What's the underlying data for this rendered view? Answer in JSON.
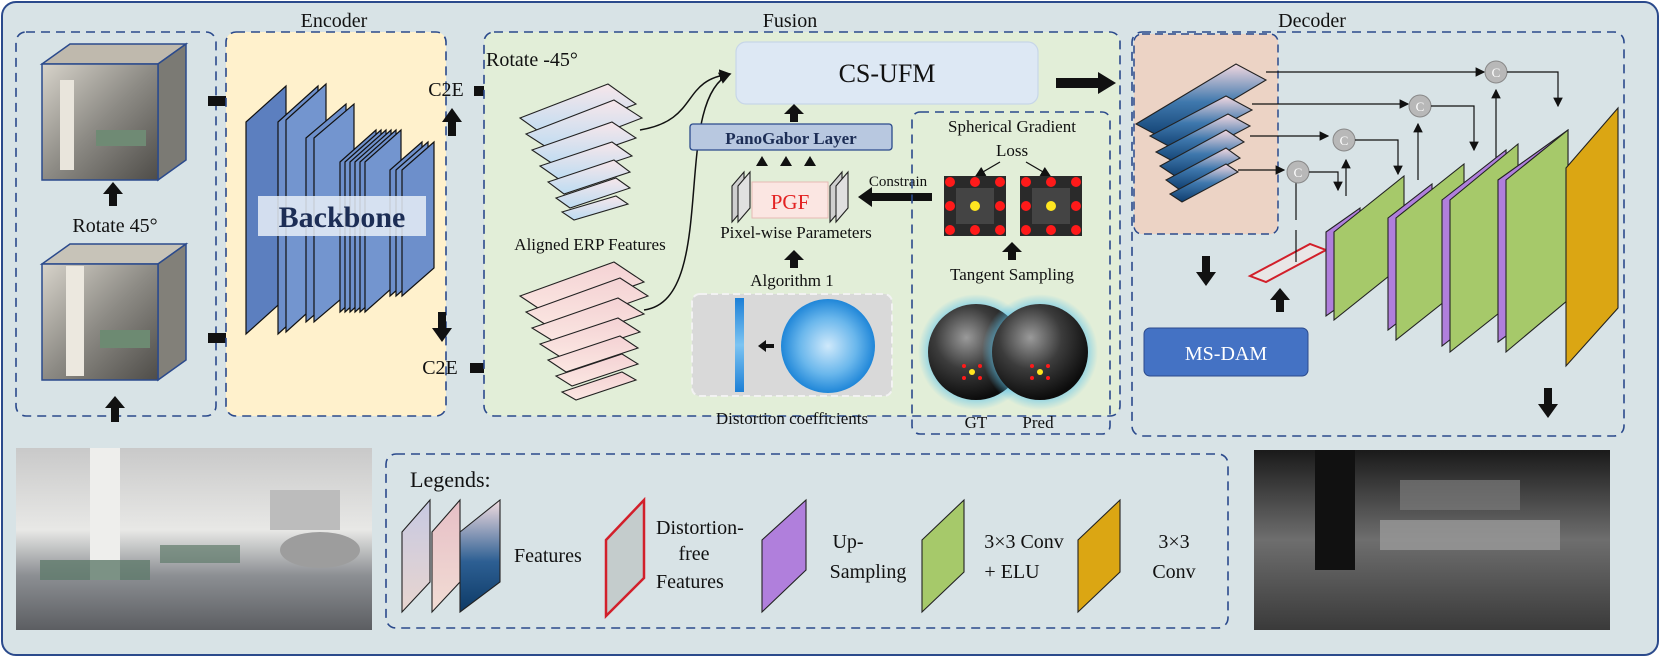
{
  "sections": {
    "encoder": "Encoder",
    "fusion": "Fusion",
    "decoder": "Decoder"
  },
  "encoder": {
    "rotate_45": "Rotate 45°",
    "backbone": "Backbone",
    "c2e_top": "C2E",
    "c2e_bottom": "C2E"
  },
  "fusion": {
    "rotate_neg45": "Rotate -45°",
    "cs_ufm": "CS-UFM",
    "panogabor": "PanoGabor Layer",
    "pgf": "PGF",
    "pixel_params": "Pixel-wise Parameters",
    "aligned_erp": "Aligned ERP Features",
    "algorithm": "Algorithm 1",
    "distortion_coeff": "Distortion coefficients",
    "constrain": "Constrain",
    "sg_loss_line1": "Spherical Gradient",
    "sg_loss_line2": "Loss",
    "tangent_sampling": "Tangent Sampling",
    "gt": "GT",
    "pred": "Pred"
  },
  "decoder": {
    "ms_dam": "MS-DAM",
    "concat_symbol": "C"
  },
  "legend": {
    "title": "Legends:",
    "features": "Features",
    "distortion_free_1": "Distortion-",
    "distortion_free_2": "free",
    "distortion_free_3": "Features",
    "upsampling_1": "Up-",
    "upsampling_2": "Sampling",
    "conv_elu_1": "3×3 Conv",
    "conv_elu_2": "+ ELU",
    "conv_1": "3×3",
    "conv_2": "Conv"
  },
  "colors": {
    "panel_bg": "#d8e3e6",
    "panel_border": "#2b4a8c",
    "encoder_bg": "#fff1cc",
    "fusion_bg": "#e2eed8",
    "backbone_blue": "#6d8fcb",
    "cs_ufm_bg": "#dde8f4",
    "panogabor_bg": "#b8c8e0",
    "ms_dam_bg": "#4472c4",
    "decoder_feat_bg": "#ecd3c5",
    "green_block": "#a6c96a",
    "purple_block": "#b07fdc",
    "orange_block": "#dba613"
  }
}
